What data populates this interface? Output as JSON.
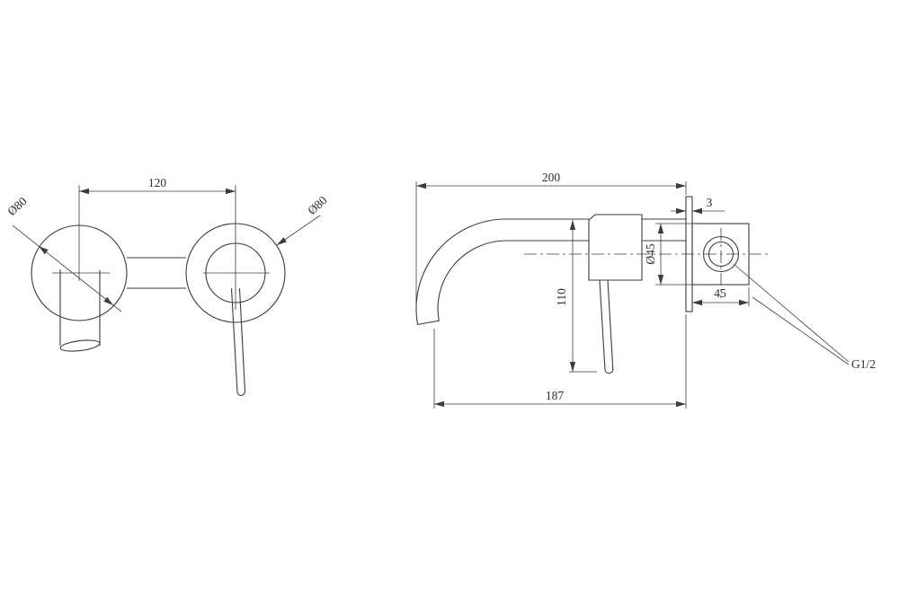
{
  "page": {
    "background_color": "#ffffff",
    "line_color": "#3c3c3c",
    "description": "Technical dimensional drawing of a wall-mounted basin mixer tap, front view and side view"
  },
  "views": {
    "front": {
      "name": "front-view",
      "dims": {
        "center_distance": "120",
        "left_flange_diameter": "Ø80",
        "right_flange_diameter": "Ø80"
      }
    },
    "side": {
      "name": "side-view",
      "dims": {
        "total_projection": "200",
        "plate_thickness": "3",
        "body_diameter": "Ø45",
        "drop_height": "110",
        "body_width": "45",
        "spout_reach": "187",
        "thread_size": "G1/2"
      }
    }
  }
}
